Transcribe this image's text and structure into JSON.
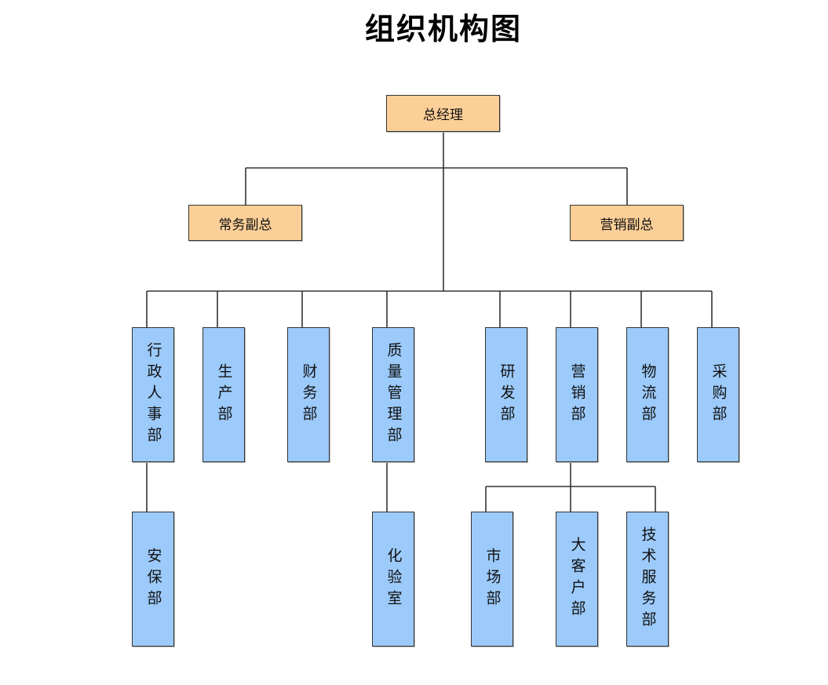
{
  "title": "组织机构图",
  "colors": {
    "exec_fill": "#fccf98",
    "dept_fill": "#9ccafa",
    "line": "#333333"
  },
  "nodes": {
    "gm": "总经理",
    "vp_general": "常务副总",
    "vp_marketing": "营销副总",
    "departments": [
      "行政人事部",
      "生产部",
      "财务部",
      "质量管理部",
      "研发部",
      "营销部",
      "物流部",
      "采购部"
    ],
    "sub_units": {
      "admin_hr": [
        "安保部"
      ],
      "quality": [
        "化验室"
      ],
      "marketing": [
        "市场部",
        "大客户部",
        "技术服务部"
      ]
    }
  },
  "hierarchy": [
    {
      "parent": "总经理",
      "children": [
        "常务副总",
        "营销副总"
      ]
    },
    {
      "parent": "总经理",
      "children": [
        "行政人事部",
        "生产部",
        "财务部",
        "质量管理部",
        "研发部",
        "营销部",
        "物流部",
        "采购部"
      ]
    },
    {
      "parent": "行政人事部",
      "children": [
        "安保部"
      ]
    },
    {
      "parent": "质量管理部",
      "children": [
        "化验室"
      ]
    },
    {
      "parent": "营销部",
      "children": [
        "市场部",
        "大客户部",
        "技术服务部"
      ]
    }
  ]
}
